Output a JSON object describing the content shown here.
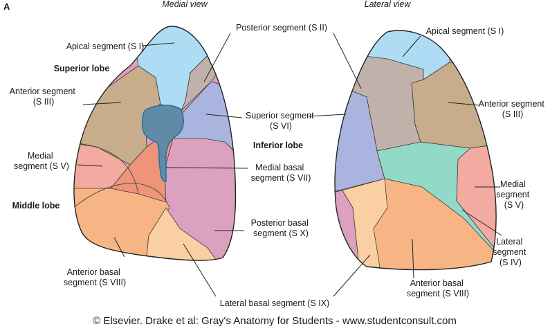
{
  "panel_letter": "A",
  "views": {
    "medial": "Medial view",
    "lateral": "Lateral view"
  },
  "lobes": {
    "superior": "Superior lobe",
    "inferior": "Inferior lobe",
    "middle": "Middle lobe"
  },
  "medial_labels": {
    "apical": [
      "Apical segment (S I)"
    ],
    "posterior": [
      "Posterior segment (S II)"
    ],
    "anterior": [
      "Anterior segment",
      "(S III)"
    ],
    "superior": [
      "Superior segment",
      "(S VI)"
    ],
    "medial": [
      "Medial",
      "segment (S V)"
    ],
    "medial_basal": [
      "Medial basal",
      "segment (S VII)"
    ],
    "posterior_basal": [
      "Posterior basal",
      "segment (S X)"
    ],
    "anterior_basal": [
      "Anterior basal",
      "segment (S VIII)"
    ],
    "lateral_basal": [
      "Lateral basal segment (S IX)"
    ]
  },
  "lateral_labels": {
    "apical": [
      "Apical segment (S I)"
    ],
    "anterior": [
      "Anterior segment",
      "(S III)"
    ],
    "medial": [
      "Medial",
      "segment",
      "(S V)"
    ],
    "lateral": [
      "Lateral",
      "segment",
      "(S IV)"
    ],
    "anterior_basal": [
      "Anterior basal",
      "segment (S VIII)"
    ]
  },
  "copyright": "© Elsevier. Drake et al: Gray's Anatomy for Students - www.studentconsult.com",
  "colors": {
    "apical": "#aedcf4",
    "posterior": "#c0b2ab",
    "anterior": "#c7ad8b",
    "superior": "#a9b4df",
    "hilum": "#5f8ba6",
    "medial": "#f2aaa1",
    "medial_basal": "#ee9479",
    "posterior_basal": "#dca1bf",
    "anterior_basal": "#f7b586",
    "lateral_basal": "#fbcfa4",
    "lateral_segment": "#93d9c7"
  }
}
